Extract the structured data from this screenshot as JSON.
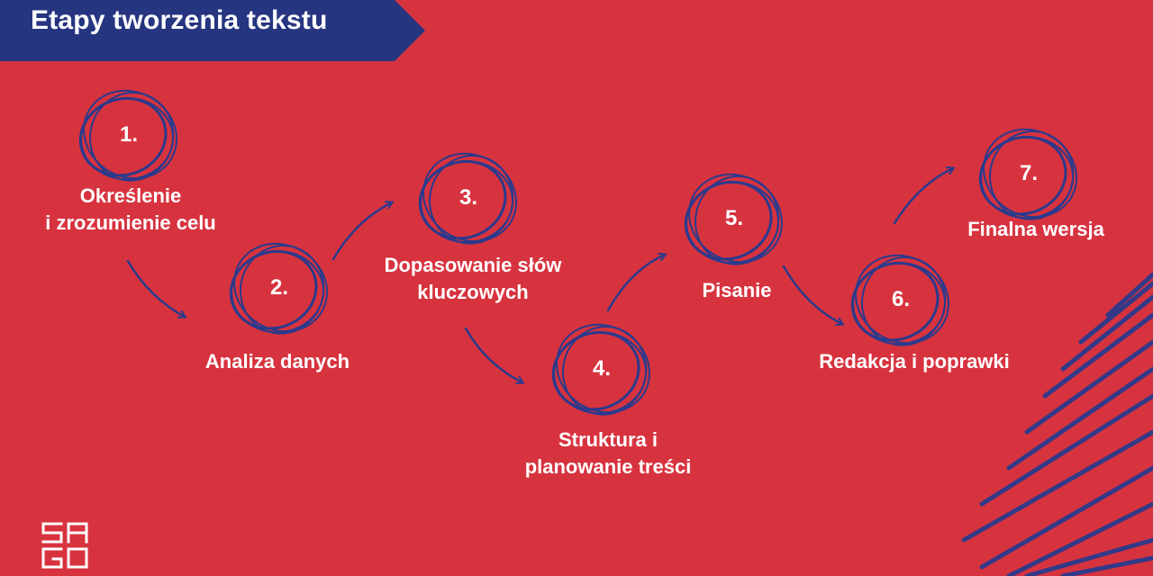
{
  "header": {
    "title": "Etapy tworzenia tekstu"
  },
  "steps": [
    {
      "number": "1.",
      "label": "Określenie\ni zrozumienie celu"
    },
    {
      "number": "2.",
      "label": "Analiza danych"
    },
    {
      "number": "3.",
      "label": "Dopasowanie słów\nkluczowych"
    },
    {
      "number": "4.",
      "label": "Struktura i\nplanowanie treści"
    },
    {
      "number": "5.",
      "label": "Pisanie"
    },
    {
      "number": "6.",
      "label": "Redakcja i poprawki"
    },
    {
      "number": "7.",
      "label": "Finalna wersja"
    }
  ],
  "logo": {
    "text": "SAGO"
  },
  "colors": {
    "background": "#d7333f",
    "banner": "#263580",
    "circle_stroke": "#2b3a8c",
    "text": "#ffffff"
  }
}
